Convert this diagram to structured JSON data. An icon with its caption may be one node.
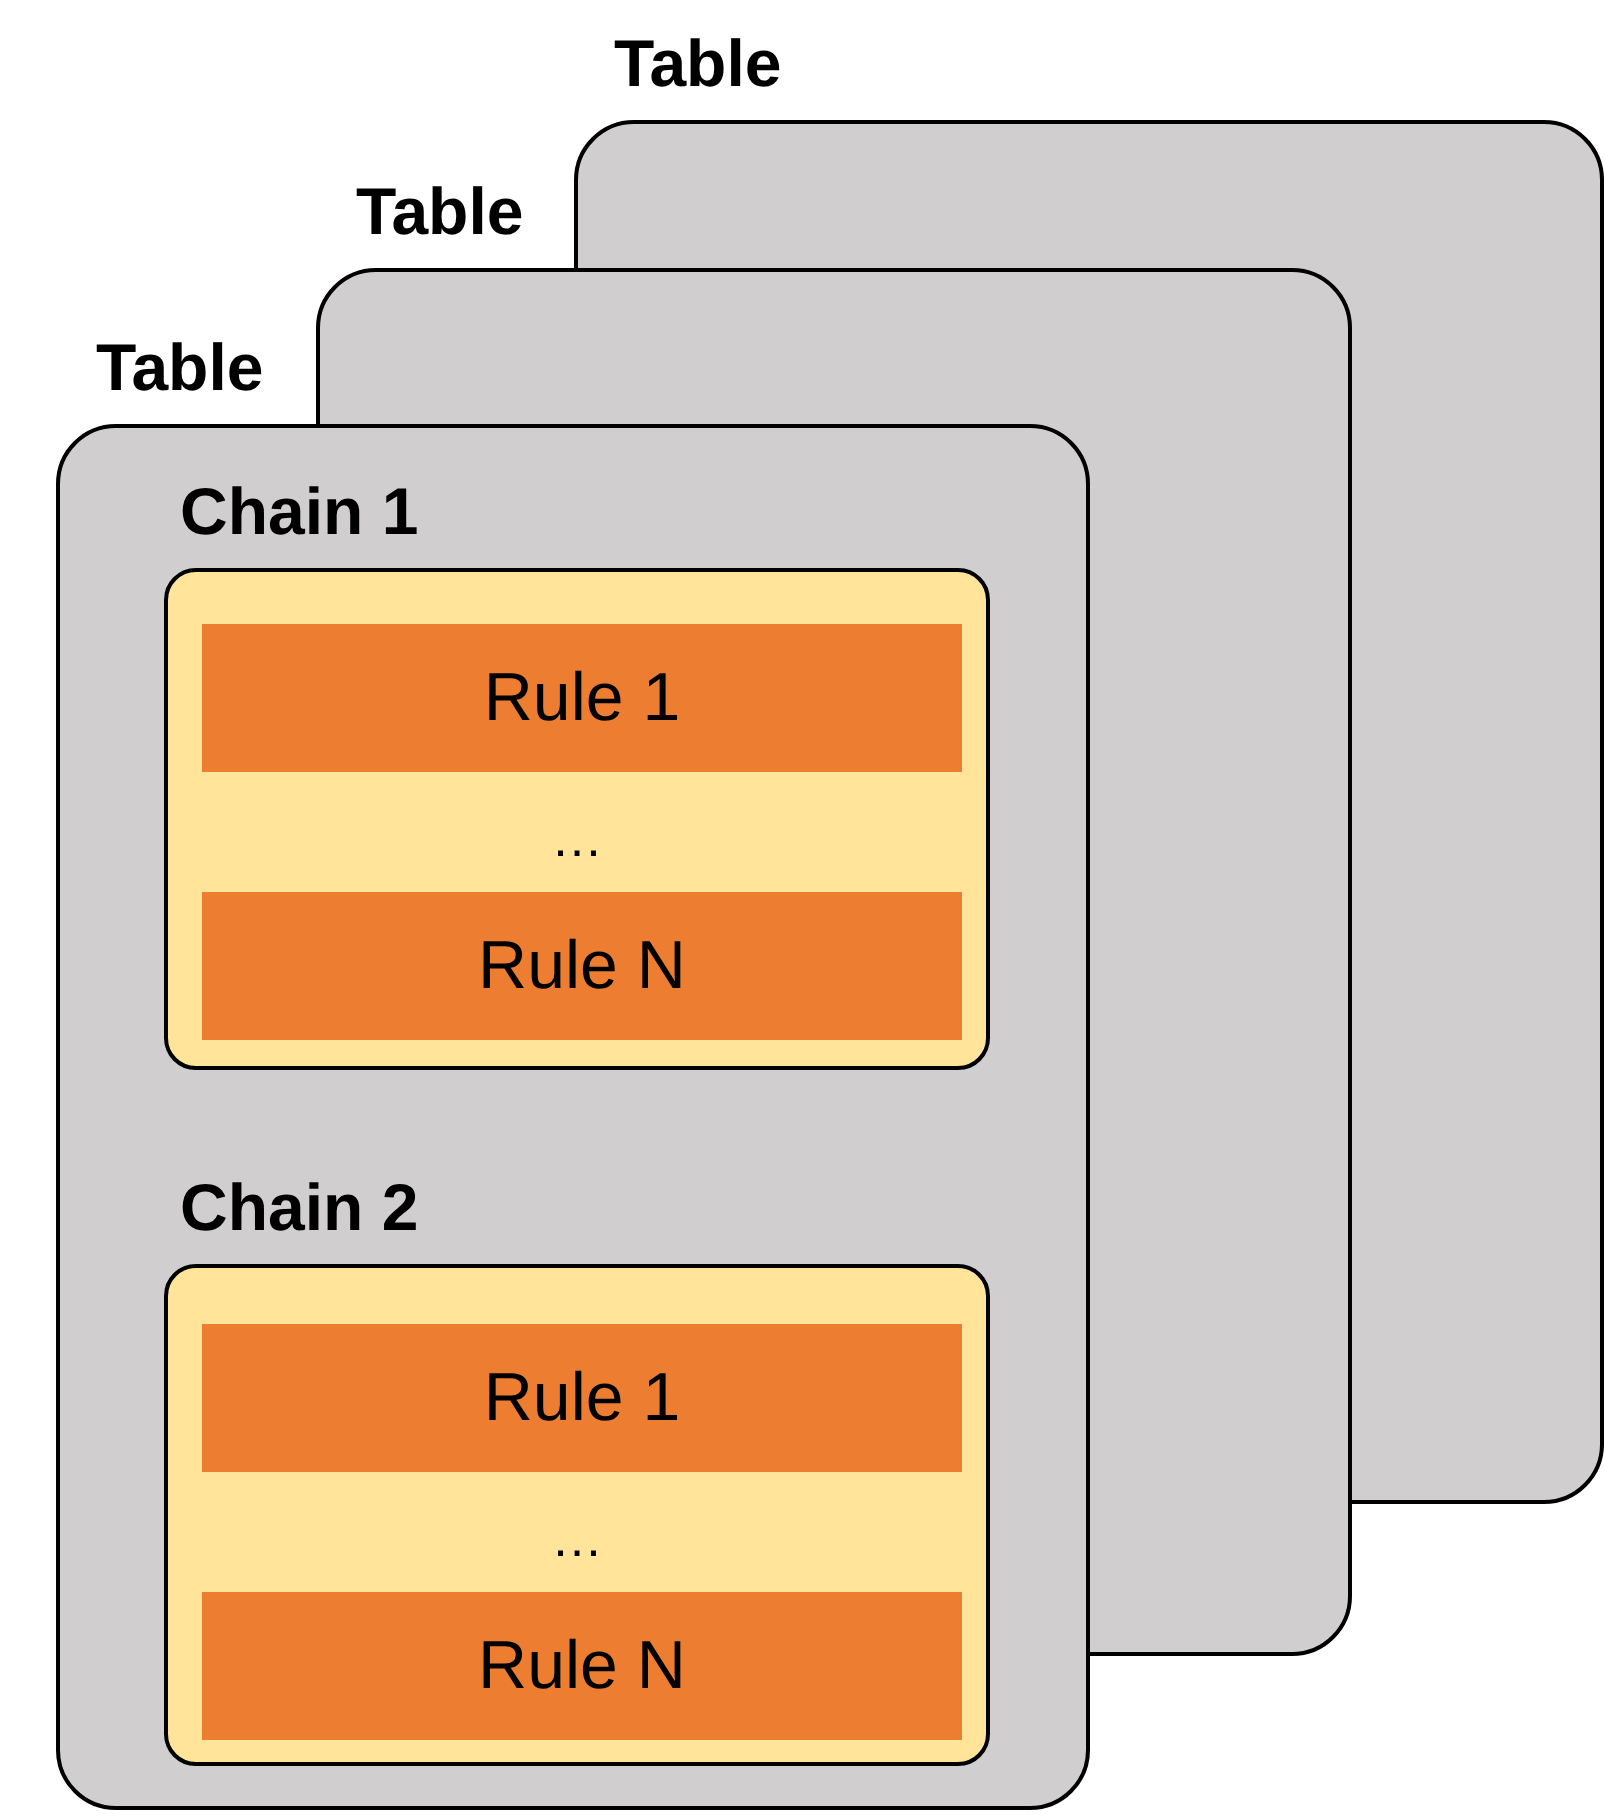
{
  "diagram": {
    "nodes": [
      {
        "text": [
          "Table"
        ]
      },
      {
        "text": [
          "Table"
        ]
      },
      {
        "text": [
          "Table"
        ]
      },
      {
        "text": [
          "Chain 1",
          "…"
        ],
        "in": 2
      },
      {
        "text": [
          "Rule 1"
        ],
        "in": 3
      },
      {
        "text": [
          "Rule N"
        ],
        "in": 3
      },
      {
        "text": [
          "Chain 2",
          "…"
        ],
        "in": 2
      },
      {
        "text": [
          "Rule 1"
        ],
        "in": 6
      },
      {
        "text": [
          "Rule N"
        ],
        "in": 6
      }
    ]
  }
}
